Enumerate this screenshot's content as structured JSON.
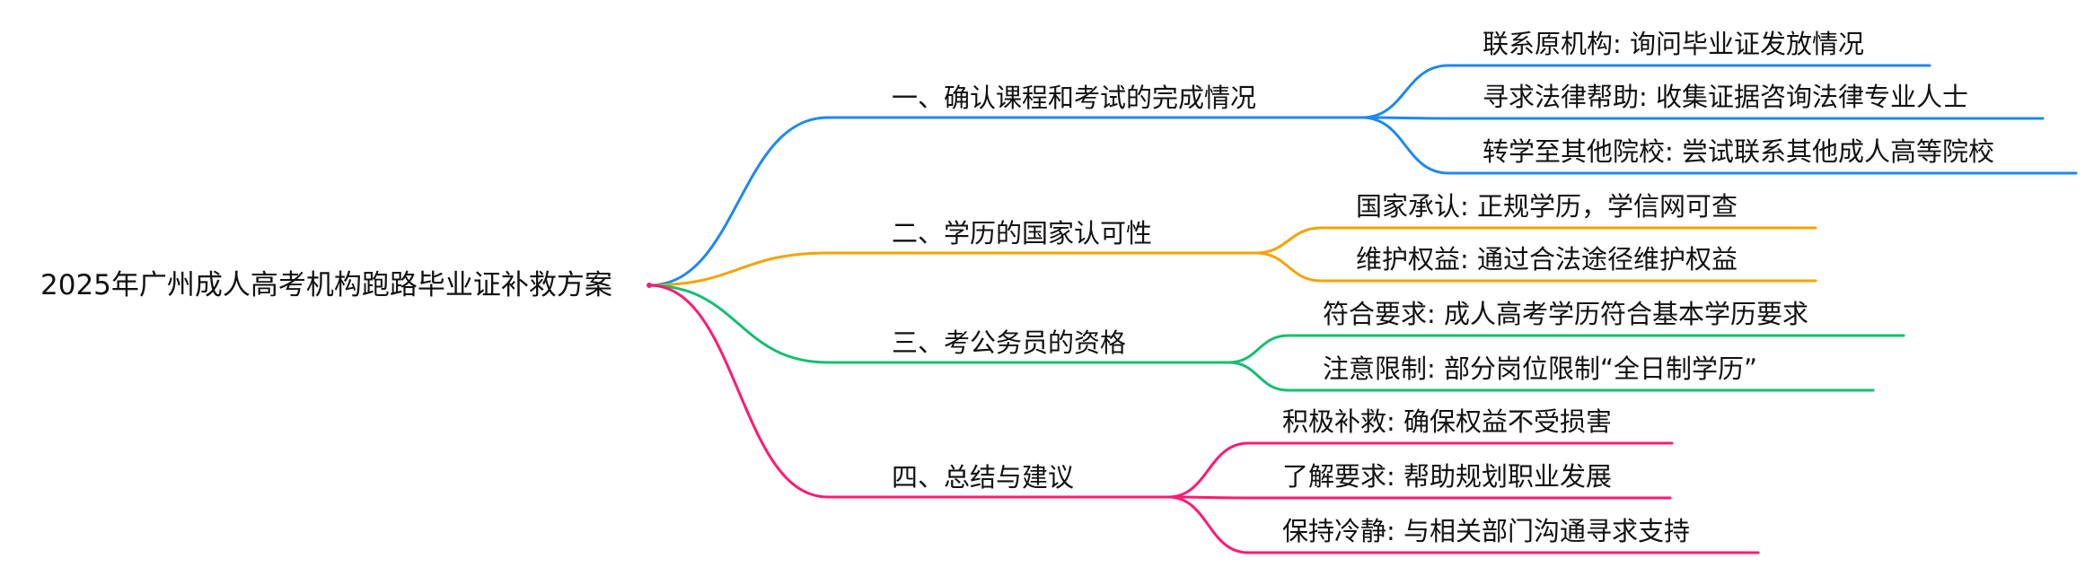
{
  "root": {
    "label": "2025年广州成人高考机构跑路毕业证补救方案"
  },
  "branches": [
    {
      "label": "一、确认课程和考试的完成情况",
      "color": "#1E88F0",
      "children": [
        "联系原机构: 询问毕业证发放情况",
        "寻求法律帮助: 收集证据咨询法律专业人士",
        "转学至其他院校: 尝试联系其他成人高等院校"
      ]
    },
    {
      "label": "二、学历的国家认可性",
      "color": "#F5A300",
      "children": [
        "国家承认: 正规学历，学信网可查",
        "维护权益: 通过合法途径维护权益"
      ]
    },
    {
      "label": "三、考公务员的资格",
      "color": "#12BF72",
      "children": [
        "符合要求: 成人高考学历符合基本学历要求",
        "注意限制: 部分岗位限制“全日制学历”"
      ]
    },
    {
      "label": "四、总结与建议",
      "color": "#FF1A72",
      "children": [
        "积极补救: 确保权益不受损害",
        "了解要求: 帮助规划职业发展",
        "保持冷静: 与相关部门沟通寻求支持"
      ]
    }
  ]
}
